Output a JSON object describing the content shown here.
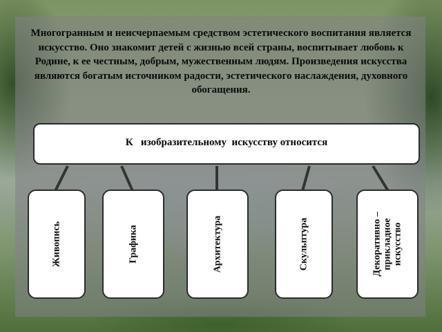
{
  "intro_text": "Многогранным и неисчерпаемым средством эстетического воспитания является искусство. Оно знакомит детей с жизнью всей страны, воспитывает любовь к Родине, к ее честным, добрым, мужественным людям. Произведения искусства являются богатым источником радости, эстетического наслаждения, духовного обогащения.",
  "header_label": "К   изобразительному  искусству относится",
  "categories": [
    {
      "label": "Живопись"
    },
    {
      "label": "Графика"
    },
    {
      "label": "Архитектура"
    },
    {
      "label": "Скульптура"
    },
    {
      "label": "Декоративно –\nприкладное\nискусство"
    }
  ],
  "colors": {
    "box_fill": "#ffffff",
    "box_border": "#2b2b2b",
    "text": "#0a0a0a",
    "panel_overlay": "#828287"
  }
}
